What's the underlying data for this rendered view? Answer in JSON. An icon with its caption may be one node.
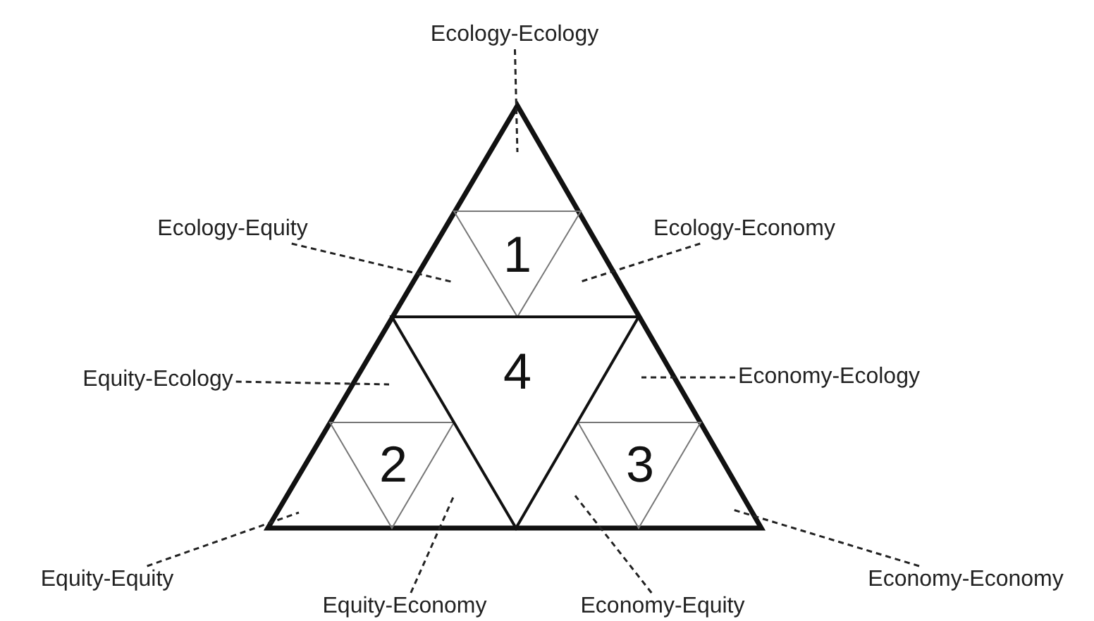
{
  "diagram": {
    "nodes": [
      {
        "text": [
          "Ecology-Ecology"
        ]
      },
      {
        "text": [
          "Ecology-Equity"
        ]
      },
      {
        "text": [
          "Ecology-Economy"
        ]
      },
      {
        "text": [
          "Equity-Ecology"
        ]
      },
      {
        "text": [
          "Economy-Ecology"
        ]
      },
      {
        "text": [
          "Equity-Equity"
        ]
      },
      {
        "text": [
          "Economy-Economy"
        ]
      },
      {
        "text": [
          "Equity-Economy"
        ]
      },
      {
        "text": [
          "Economy-Equity"
        ]
      },
      {
        "text": [
          "1"
        ]
      },
      {
        "text": [
          "2"
        ]
      },
      {
        "text": [
          "3"
        ]
      },
      {
        "text": [
          "4"
        ]
      }
    ],
    "edges": [
      {
        "from": 0,
        "to": null,
        "arrow": "none",
        "style": "dashed"
      },
      {
        "from": 1,
        "to": null,
        "arrow": "none",
        "style": "dashed"
      },
      {
        "from": 2,
        "to": null,
        "arrow": "none",
        "style": "dashed"
      },
      {
        "from": 3,
        "to": null,
        "arrow": "none",
        "style": "dashed"
      },
      {
        "from": 4,
        "to": null,
        "arrow": "none",
        "style": "dashed"
      },
      {
        "from": 5,
        "to": null,
        "arrow": "none",
        "style": "dashed"
      },
      {
        "from": 6,
        "to": null,
        "arrow": "none",
        "style": "dashed"
      },
      {
        "from": 7,
        "to": null,
        "arrow": "none",
        "style": "dashed"
      },
      {
        "from": 8,
        "to": null,
        "arrow": "none",
        "style": "dashed"
      }
    ]
  }
}
